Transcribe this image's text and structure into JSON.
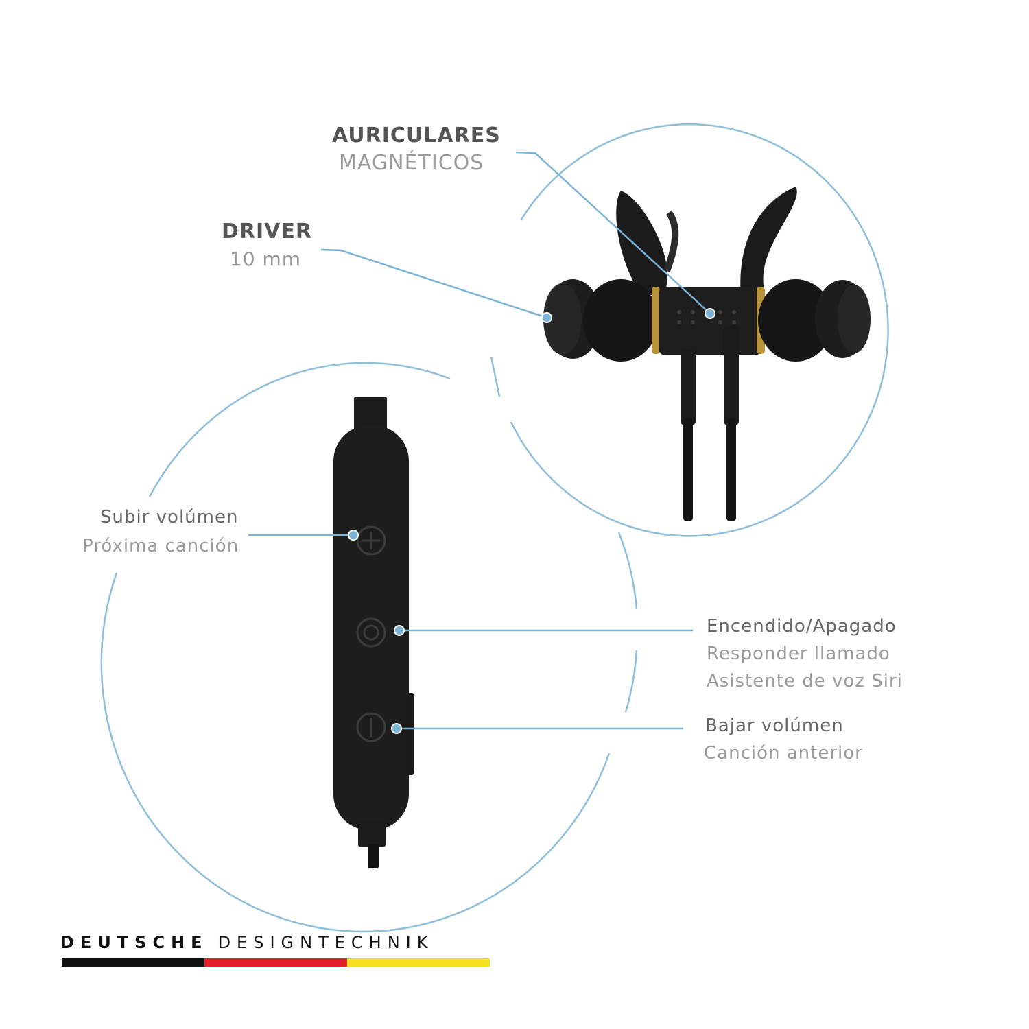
{
  "labels": {
    "auriculares_title": "AURICULARES",
    "auriculares_sub": "MAGNÉTICOS",
    "driver_title": "DRIVER",
    "driver_sub": "10 mm",
    "subir_title": "Subir volúmen",
    "subir_sub": "Próxima canción",
    "encendido_title": "Encendido/Apagado",
    "encendido_sub1": "Responder llamado",
    "encendido_sub2": "Asistente de voz Siri",
    "bajar_title": "Bajar volúmen",
    "bajar_sub": "Canción anterior"
  },
  "brand": {
    "word1": "DEUTSCHE",
    "word2": "DESIGNTECHNIK",
    "flag_colors": [
      "#111111",
      "#e3202a",
      "#f5e020"
    ]
  },
  "colors": {
    "accent_line": "#7ab3d6",
    "circle_line": "#8fbedb",
    "product": "#1b1b1b",
    "gold_ring": "#b8953c"
  }
}
